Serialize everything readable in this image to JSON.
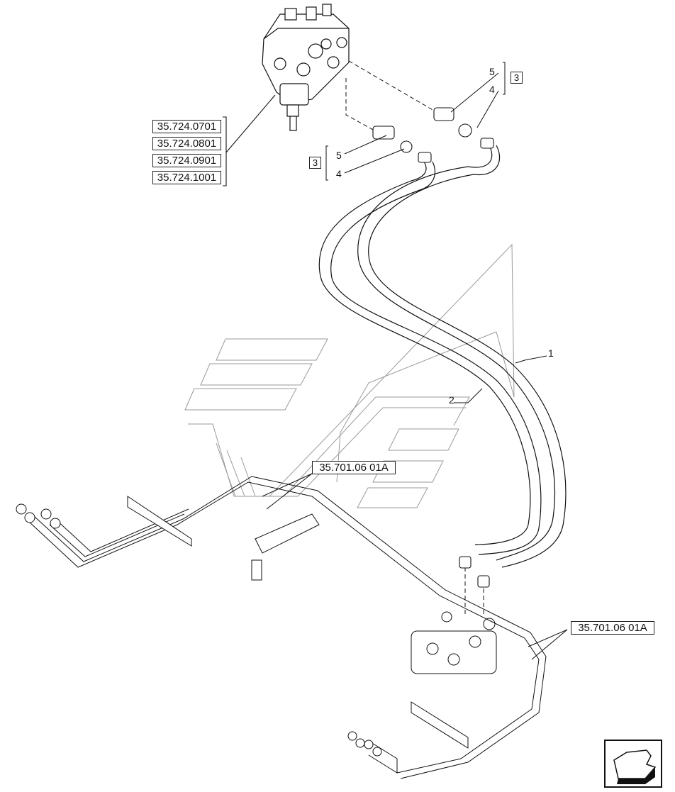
{
  "references": {
    "valve_refs": [
      "35.724.0701",
      "35.724.0801",
      "35.724.0901",
      "35.724.1001"
    ],
    "ref_center": "35.701.06 01A",
    "ref_bottom": "35.701.06 01A"
  },
  "callouts": {
    "item_1": "1",
    "item_2": "2",
    "item_4_top": "4",
    "item_5_top": "5",
    "item_4_mid": "4",
    "item_5_mid": "5",
    "kit_top": "3",
    "kit_mid": "3"
  },
  "nav": {
    "icon": "arrow-left-icon"
  }
}
